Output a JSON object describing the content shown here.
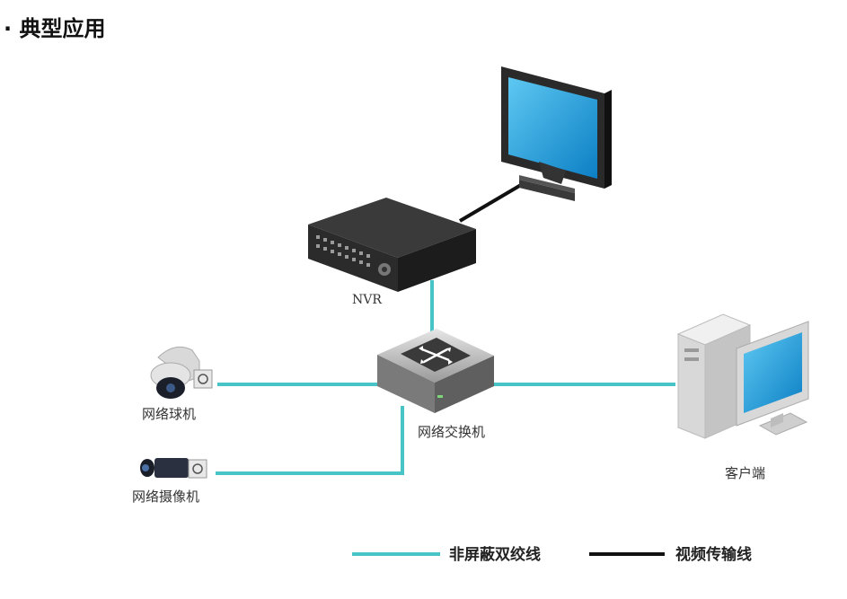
{
  "heading": "· 典型应用",
  "nodes": {
    "nvr": "NVR",
    "switch": "网络交换机",
    "dome_camera": "网络球机",
    "box_camera": "网络摄像机",
    "client": "客户端"
  },
  "legend": {
    "utp": "非屏蔽双绞线",
    "video": "视频传输线"
  },
  "colors": {
    "utp_line": "#49c4c6",
    "video_line": "#111111",
    "screen": "#1aa0dc"
  }
}
